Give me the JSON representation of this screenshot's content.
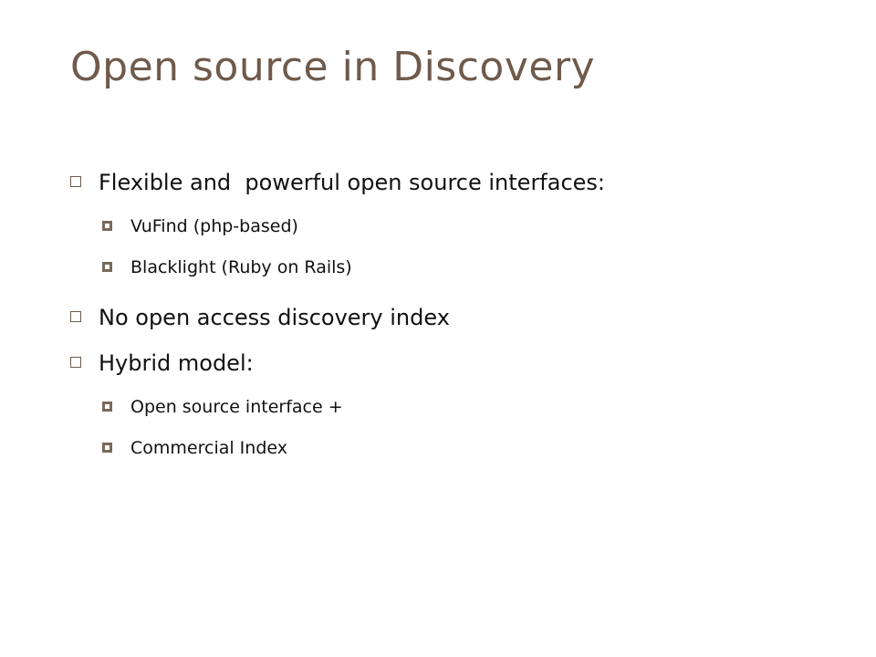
{
  "slide": {
    "title": "Open source in Discovery",
    "colors": {
      "title": "#6f5a4b",
      "text": "#111111",
      "bullet": "#6f5a4b"
    },
    "bullets": [
      {
        "level": 1,
        "icon": "hollow-square-bullet-icon",
        "text": "Flexible and  powerful open source interfaces:"
      },
      {
        "level": 2,
        "icon": "square-bullet-icon",
        "text": "VuFind (php-based)"
      },
      {
        "level": 2,
        "icon": "square-bullet-icon",
        "text": "Blacklight (Ruby on Rails)"
      },
      {
        "level": 1,
        "icon": "hollow-square-bullet-icon",
        "text": "No open access discovery index"
      },
      {
        "level": 1,
        "icon": "hollow-square-bullet-icon",
        "text": "Hybrid model:"
      },
      {
        "level": 2,
        "icon": "square-bullet-icon",
        "text": "Open source interface +"
      },
      {
        "level": 2,
        "icon": "square-bullet-icon",
        "text": "Commercial Index"
      }
    ]
  }
}
